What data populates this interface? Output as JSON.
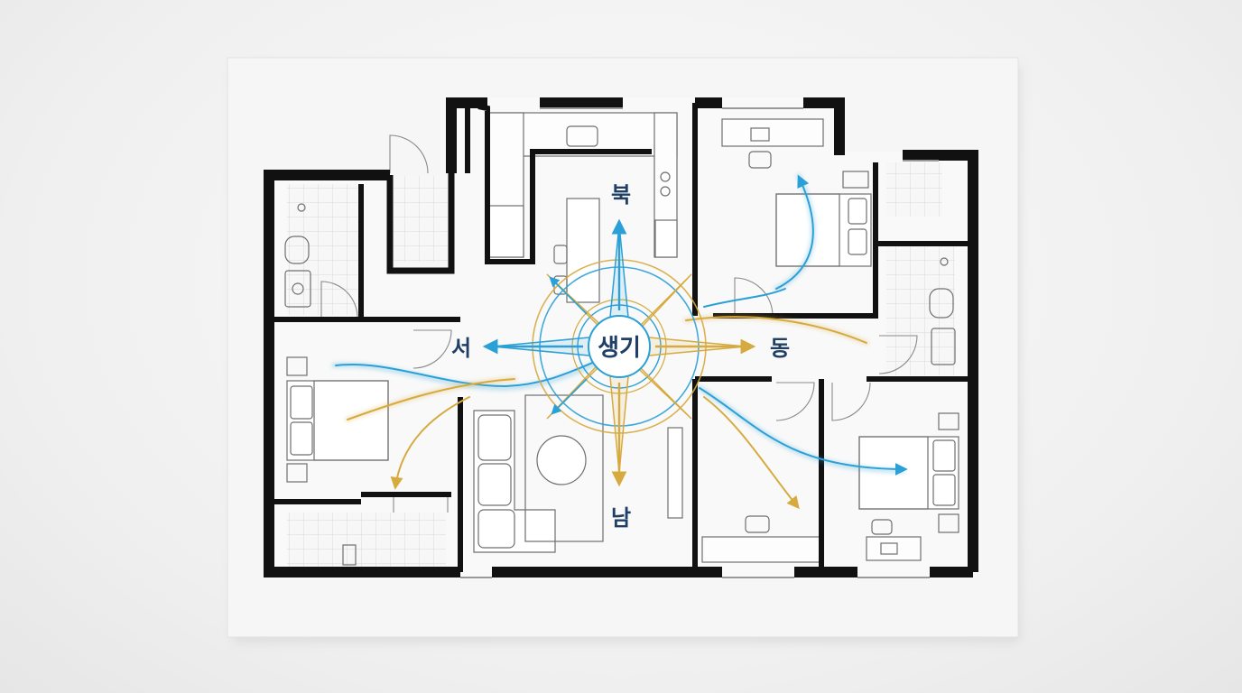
{
  "compass": {
    "center_label": "생기",
    "north": "북",
    "south": "남",
    "east": "동",
    "west": "서"
  },
  "colors": {
    "wall": "#111111",
    "paper": "#f6f6f6",
    "floor": "#fafafa",
    "line": "#6f6f6f",
    "tile": "#dcdcdc",
    "blue": "#2ba0d6",
    "gold": "#d6aa3f",
    "text": "#1f3f66"
  }
}
